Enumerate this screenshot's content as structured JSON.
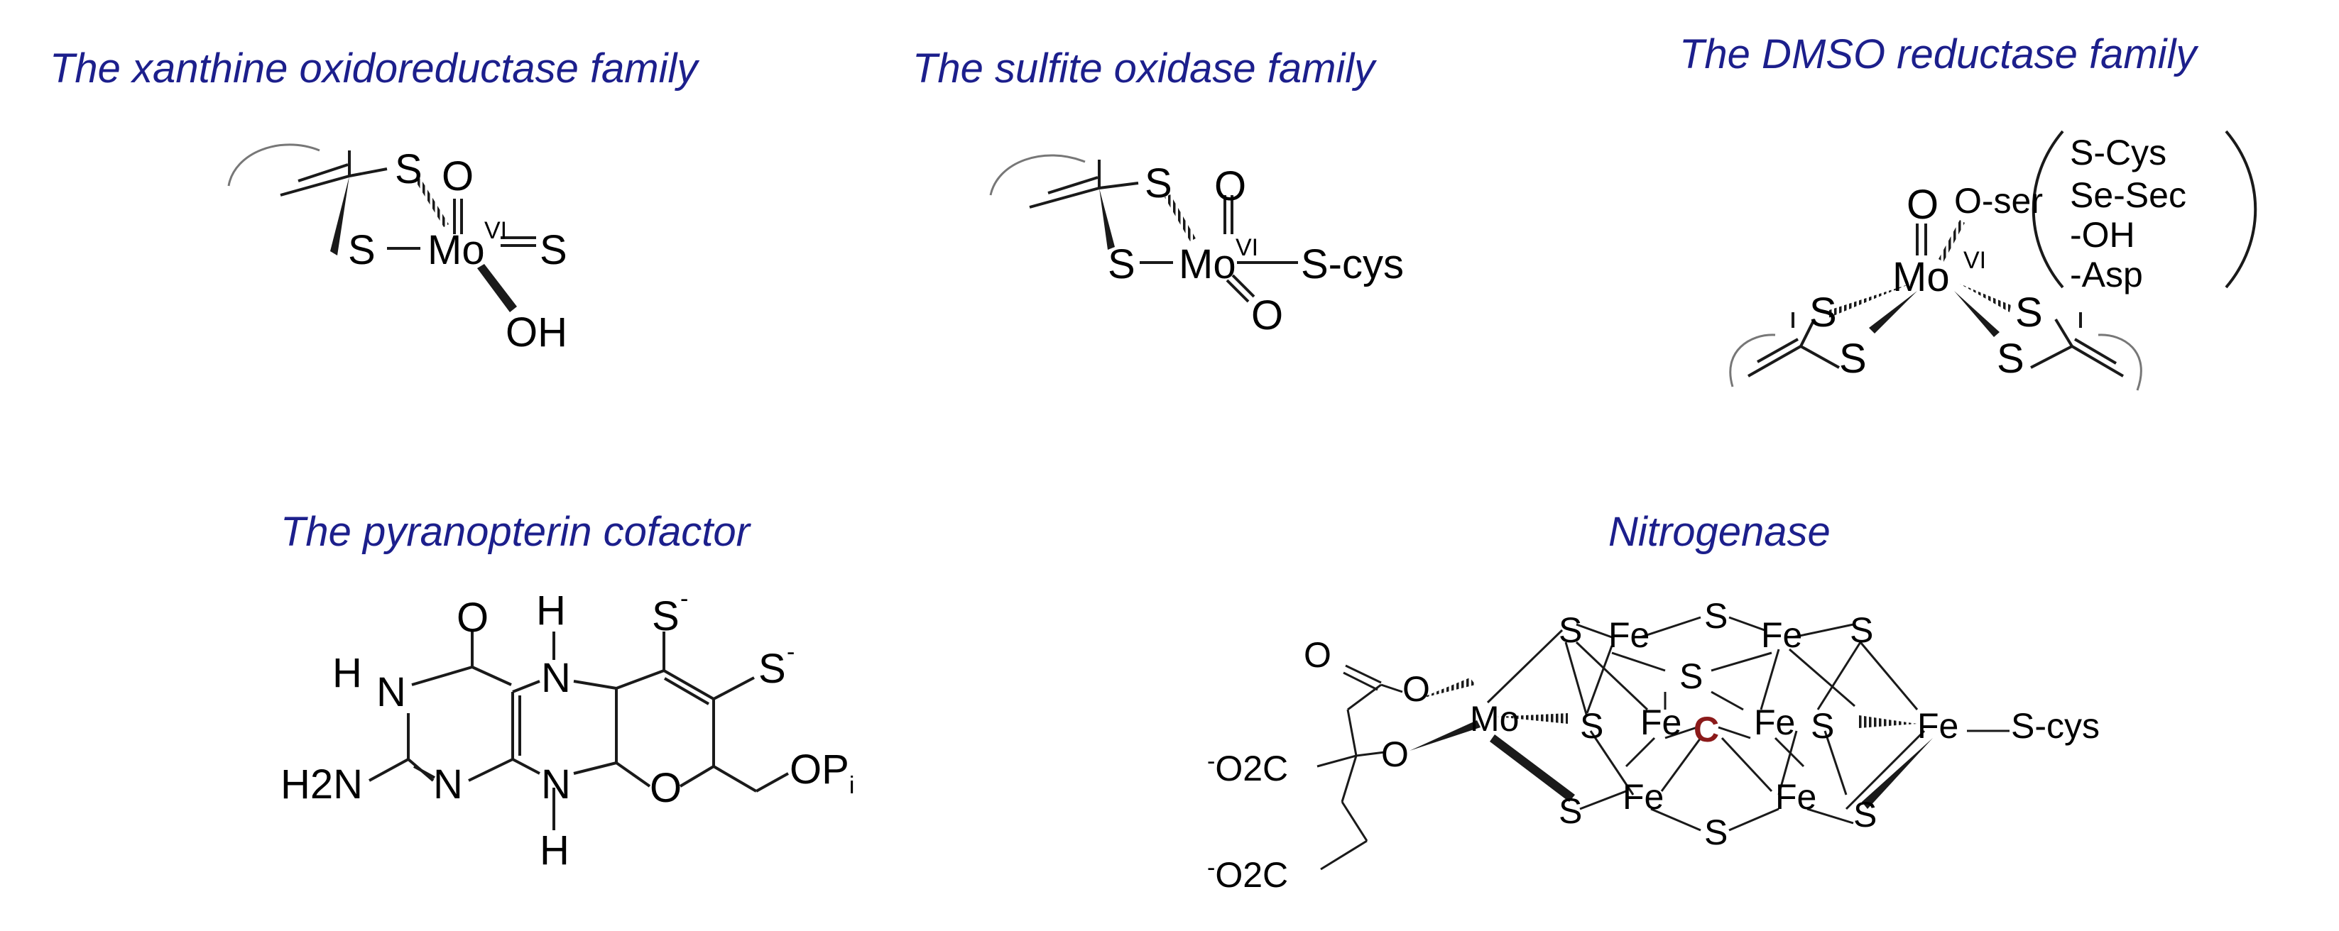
{
  "colors": {
    "title": "#1c1f8c",
    "bond": "#1a1a1a",
    "carbide": "#8b1a1a",
    "bracket": "#777777"
  },
  "titles": {
    "xor": "The xanthine oxidoreductase family",
    "so": "The sulfite oxidase family",
    "dmso": "The DMSO reductase family",
    "pyr": "The pyranopterin cofactor",
    "nit": "Nitrogenase"
  },
  "xor": {
    "S1": "S",
    "S2": "S",
    "Mo": "Mo",
    "ox": "VI",
    "O": "O",
    "S3": "S",
    "OH": "OH"
  },
  "so": {
    "S1": "S",
    "S2": "S",
    "Mo": "Mo",
    "ox": "VI",
    "O1": "O",
    "O2": "O",
    "Scys": "S-cys"
  },
  "dmso": {
    "O": "O",
    "Oser": "O-ser",
    "Mo": "Mo",
    "ox": "VI",
    "ligands": [
      "S-Cys",
      "Se-Sec",
      "-OH",
      "-Asp"
    ],
    "S1": "S",
    "S2": "S",
    "S3": "S",
    "S4": "S"
  },
  "pyr": {
    "O": "O",
    "H1": "H",
    "N1": "N",
    "H2": "H",
    "N2": "N",
    "H2N": "H2N",
    "N3": "N",
    "N4": "N",
    "H3": "H",
    "Oring": "O",
    "S1": "S",
    "S2": "S",
    "neg": "-",
    "OP": "OP",
    "sub_i": "i"
  },
  "nit": {
    "Mo": "Mo",
    "C": "C",
    "Scys": "S-cys",
    "Fe": [
      "Fe",
      "Fe",
      "Fe",
      "Fe",
      "Fe",
      "Fe",
      "Fe"
    ],
    "S": [
      "S",
      "S",
      "S",
      "S",
      "S",
      "S",
      "S",
      "S",
      "S"
    ],
    "O1": "O",
    "O2": "O",
    "O3": "O",
    "co2a": "O2C",
    "co2b": "O2C",
    "neg": "-"
  }
}
